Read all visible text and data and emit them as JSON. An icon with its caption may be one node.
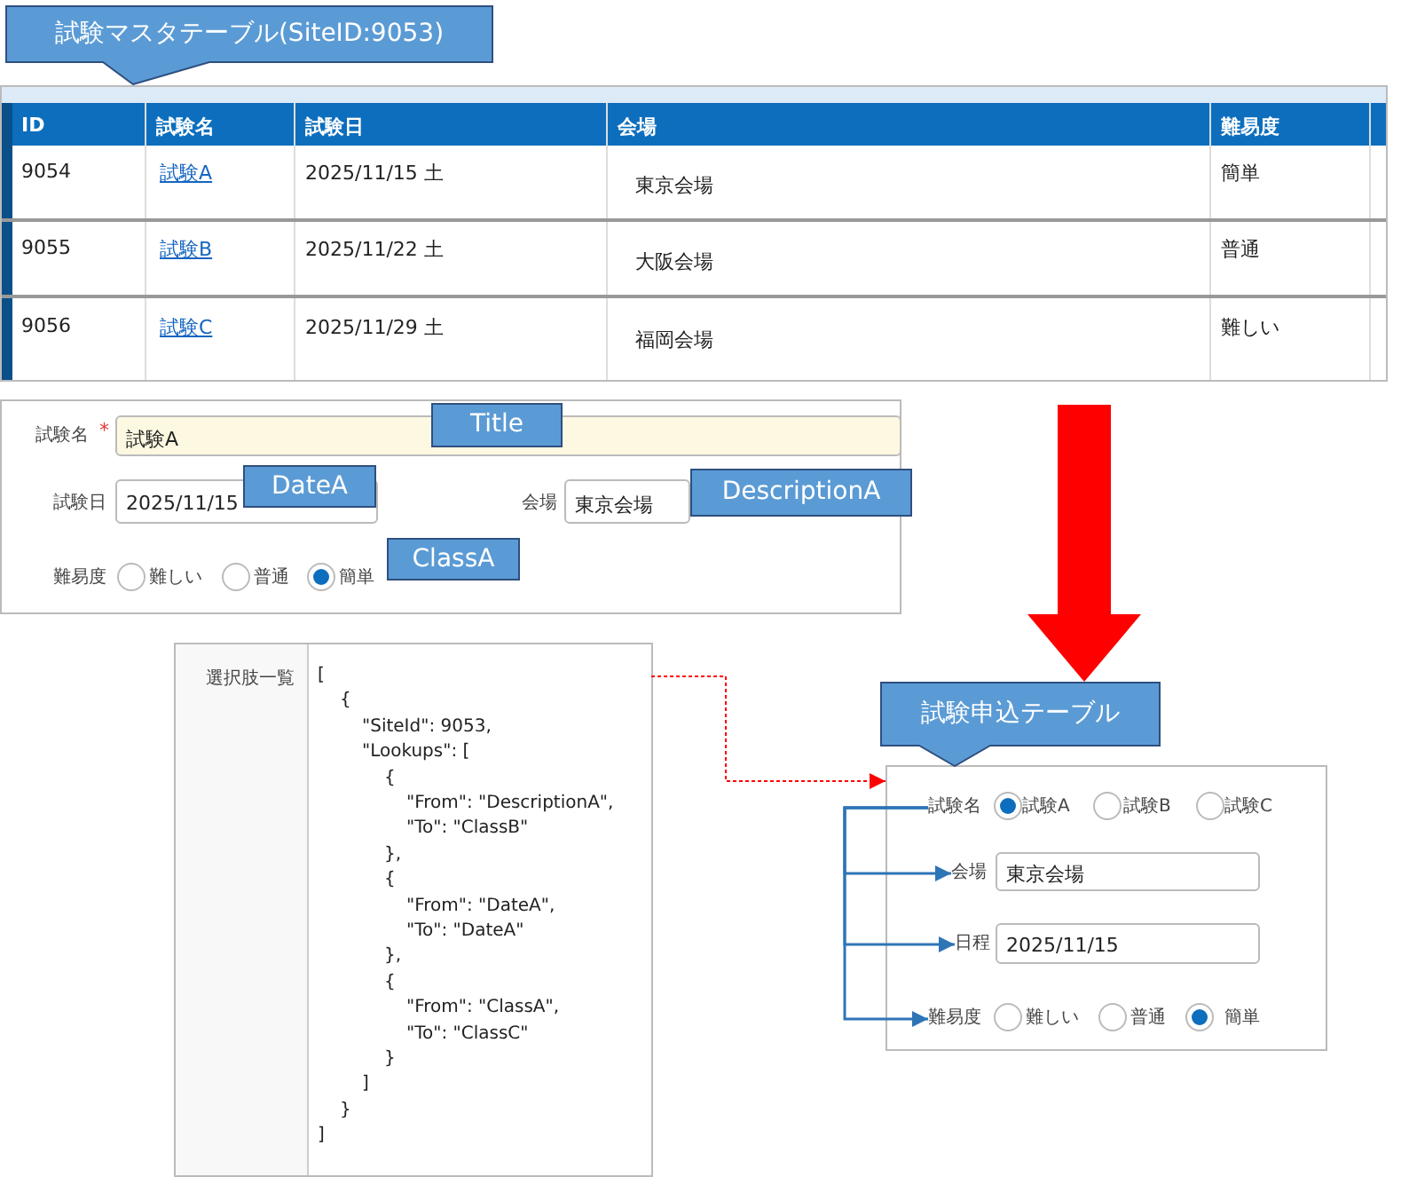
{
  "diagram": {
    "nodes": [
      {
        "text": [
          "試験マスタテーブル(SiteID:9053)"
        ]
      },
      {
        "text": [
          "Title"
        ]
      },
      {
        "text": [
          "DateA"
        ]
      },
      {
        "text": [
          "DescriptionA"
        ]
      },
      {
        "text": [
          "ClassA"
        ]
      },
      {
        "text": [
          "選択肢一覧"
        ]
      },
      {
        "text": [
          "[",
          "{",
          "\"SiteId\": 9053,",
          "\"Lookups\": [",
          "{",
          "\"From\": \"DescriptionA\",",
          "\"To\": \"ClassB\"",
          "},",
          "{",
          "\"From\": \"DateA\",",
          "\"To\": \"DateA\"",
          "},",
          "{",
          "\"From\": \"ClassA\",",
          "\"To\": \"ClassC\"",
          "}",
          "]",
          "}",
          "]"
        ],
        "in": 5
      },
      {
        "text": [
          "試験申込テーブル"
        ]
      },
      {
        "text": [],
        "shape": "box"
      },
      {
        "text": [
          "試験名"
        ],
        "in": 8
      },
      {
        "text": [
          "会場"
        ],
        "in": 8
      },
      {
        "text": [
          "日程"
        ],
        "in": 8
      },
      {
        "text": [
          "難易度"
        ],
        "in": 8
      }
    ],
    "edges": [
      {
        "from": null,
        "to": 7,
        "arrow": "to",
        "style": "thick",
        "color": "#ff0000"
      },
      {
        "from": 6,
        "to": 8,
        "arrow": "to",
        "style": "dashed",
        "color": "#ff0000"
      },
      {
        "from": 9,
        "to": 10,
        "arrow": "to"
      },
      {
        "from": 9,
        "to": 11,
        "arrow": "to"
      },
      {
        "from": 9,
        "to": 12,
        "arrow": "to"
      }
    ],
    "labels": [
      "ID",
      "試験名",
      "試験日",
      "会場",
      "難易度",
      "9054",
      "試験A",
      "2025/11/15 土",
      "東京会場",
      "簡単",
      "9055",
      "試験B",
      "2025/11/22 土",
      "大阪会場",
      "普通",
      "9056",
      "試験C",
      "2025/11/29 土",
      "福岡会場",
      "難しい",
      "試験名",
      "*",
      "試験A",
      "試験日",
      "2025/11/15",
      "会場",
      "東京会場",
      "難易度",
      "難しい",
      "普通",
      "簡単",
      "試験A",
      "試験B",
      "試験C",
      "東京会場",
      "2025/11/15",
      "難しい",
      "普通",
      "簡単"
    ]
  }
}
